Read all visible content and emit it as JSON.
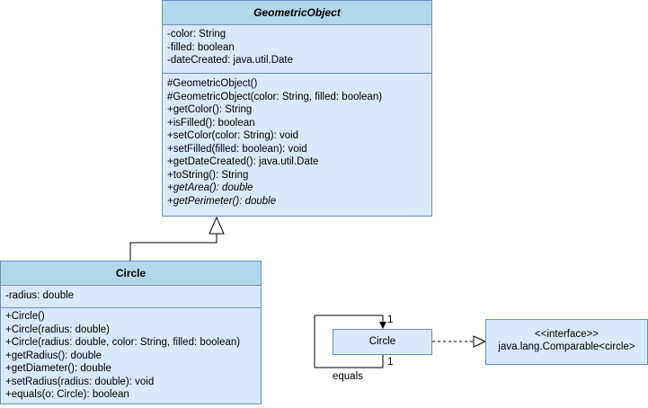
{
  "geometric_object": {
    "name": "GeometricObject",
    "attributes": [
      "-color: String",
      "-filled: boolean",
      "-dateCreated: java.util.Date"
    ],
    "methods": [
      "#GeometricObject()",
      "#GeometricObject(color: String, filled: boolean)",
      "+getColor(): String",
      "+isFilled(): boolean",
      "+setColor(color: String): void",
      "+setFilled(filled: boolean): void",
      "+getDateCreated(): java.util.Date",
      "+toString(): String",
      "+getArea(): double",
      "+getPerimeter(): double"
    ]
  },
  "circle": {
    "name": "Circle",
    "attributes": [
      "-radius: double"
    ],
    "methods": [
      "+Circle()",
      "+Circle(radius: double)",
      "+Circle(radius: double, color: String, filled: boolean)",
      "+getRadius(): double",
      "+getDiameter(): double",
      "+setRadius(radius: double): void",
      "+equals(o: Circle): boolean"
    ]
  },
  "circle_small": {
    "name": "Circle"
  },
  "comparable": {
    "stereotype": "<<interface>>",
    "name": "java.lang.Comparable<circle>"
  },
  "self_association": {
    "label": "equals",
    "end_top": "1",
    "end_bottom": "1"
  },
  "colors": {
    "fill": "#dae8fc",
    "header": "#b1d7ec",
    "stroke": "#6c8ebf"
  }
}
